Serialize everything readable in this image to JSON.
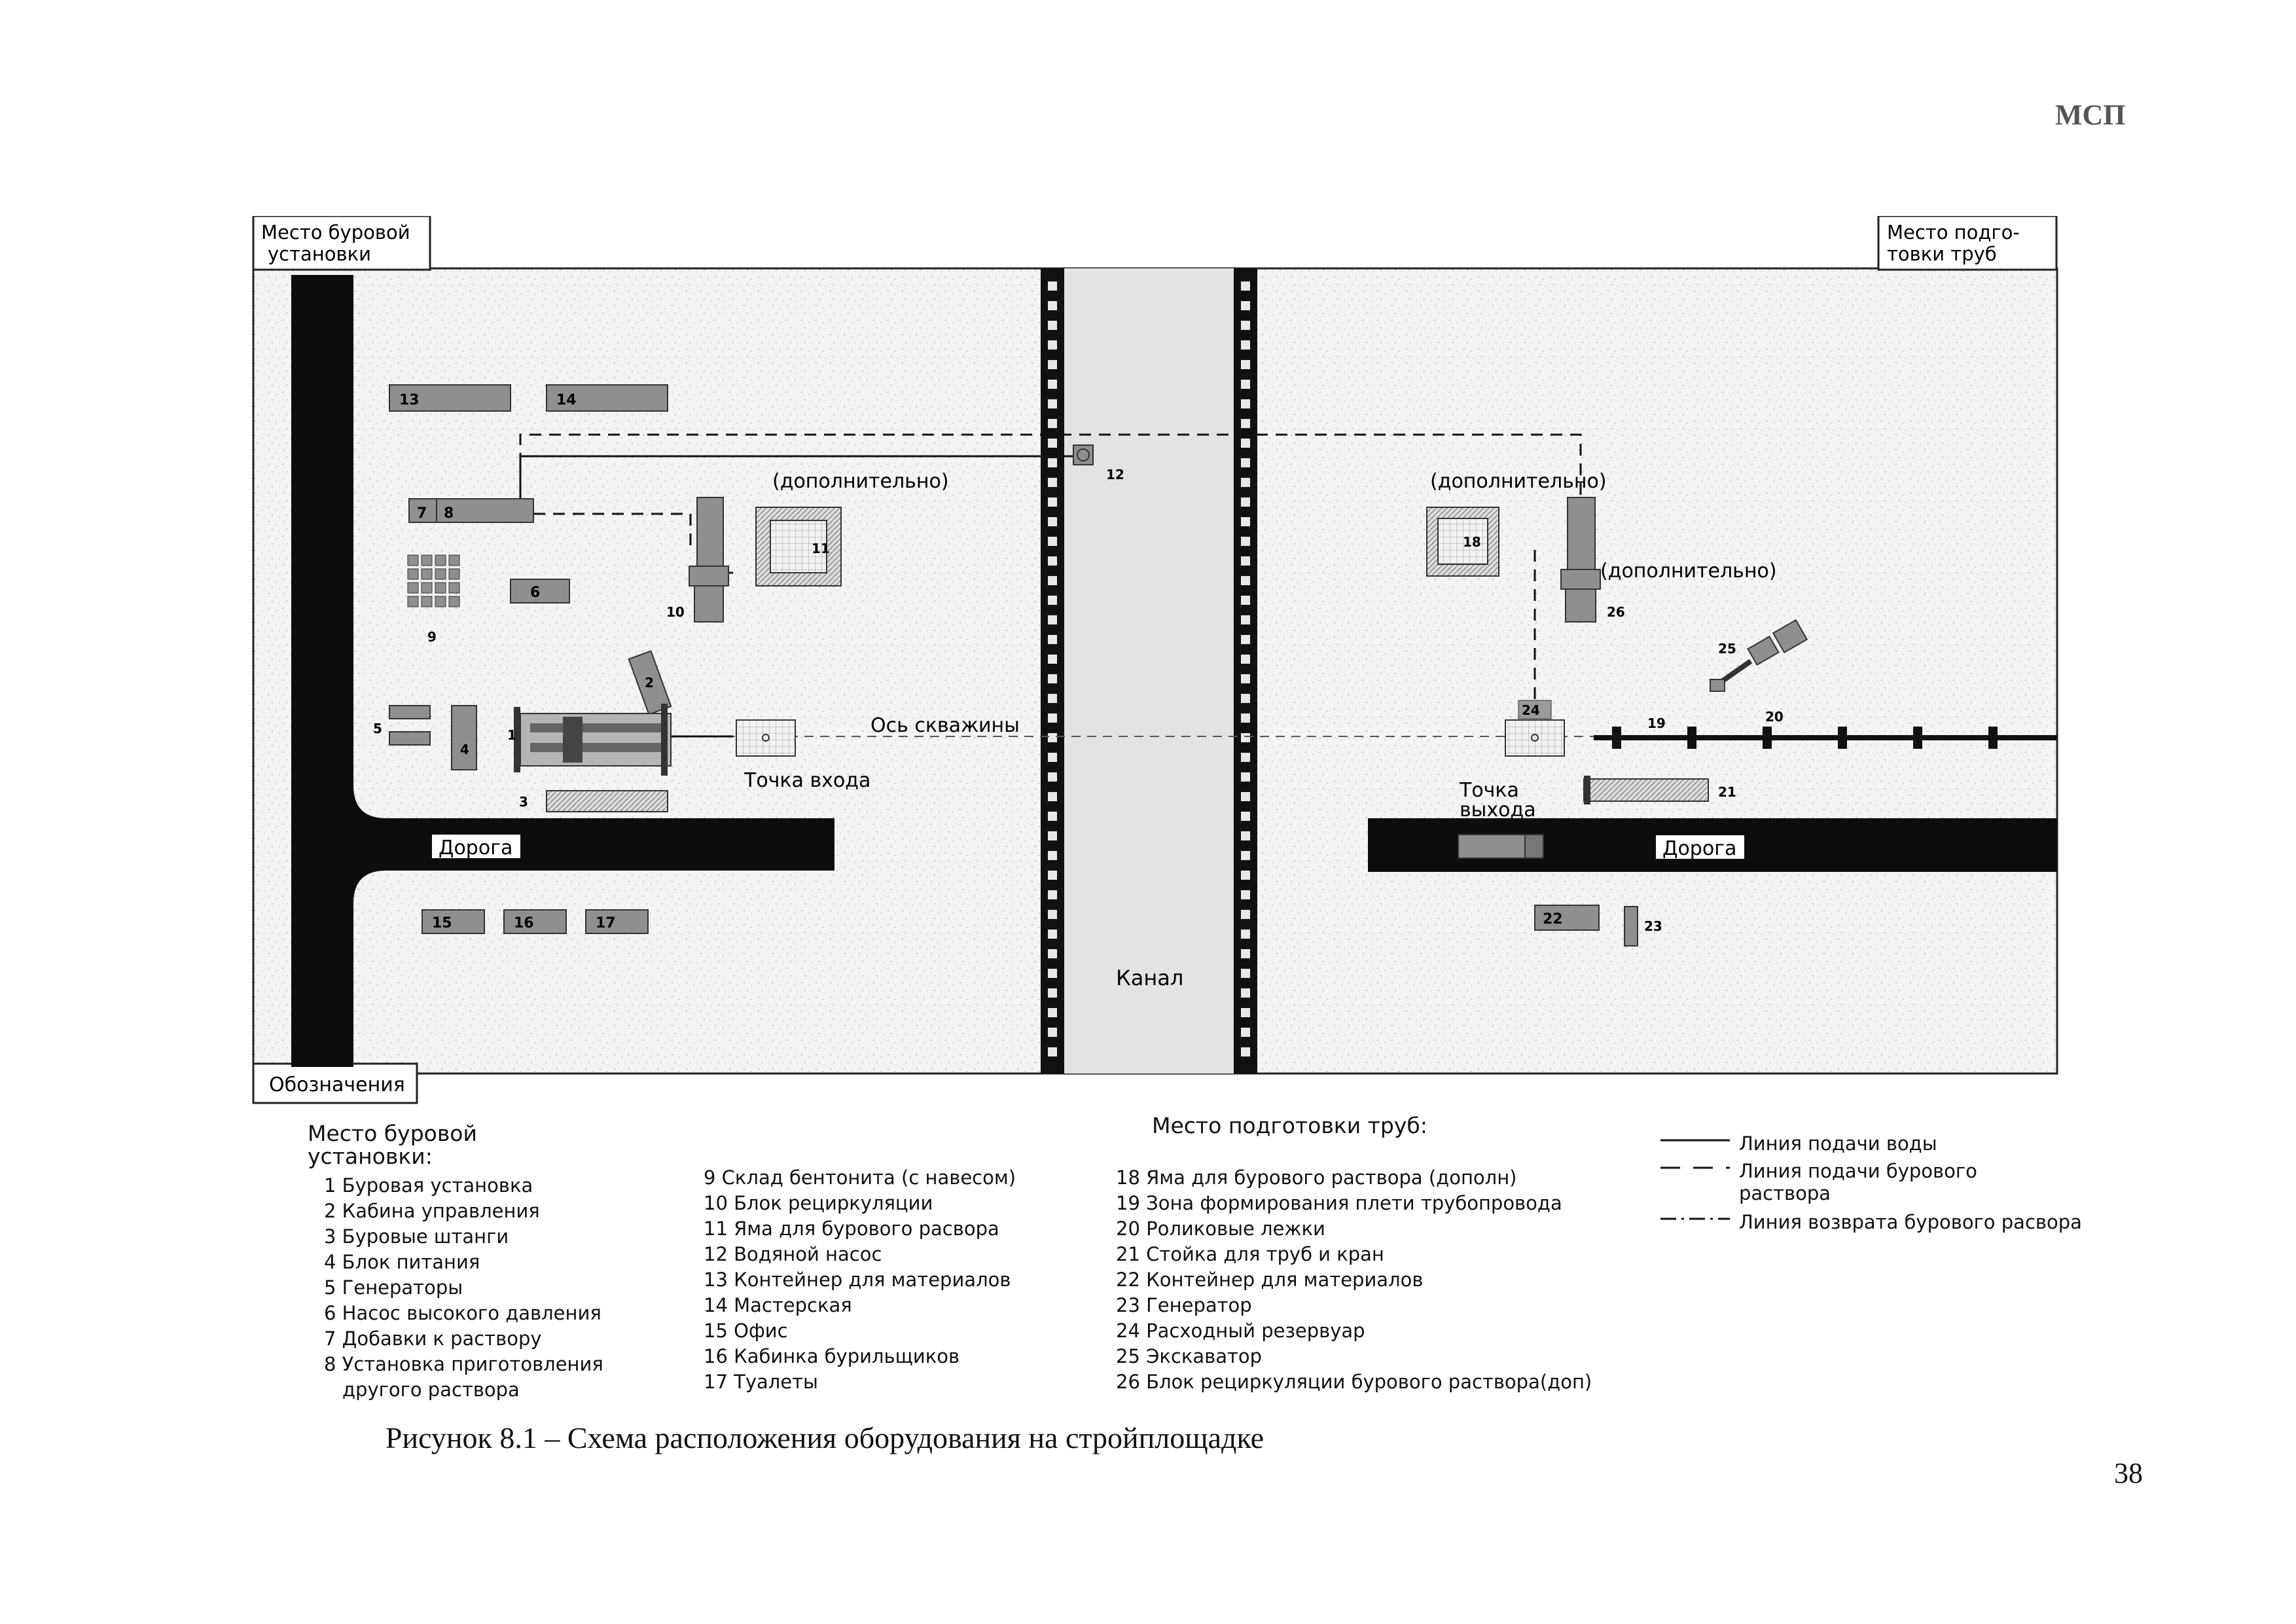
{
  "header": {
    "code": "МСП"
  },
  "page_number": "38",
  "figure": {
    "caption": "Рисунок 8.1 – Схема расположения оборудования на стройплощадке"
  },
  "diagram": {
    "zone_left_label": [
      "Место буровой",
      "установки"
    ],
    "zone_right_label": [
      "Место подго-",
      "товки труб"
    ],
    "legend_box_label": "Обозначения",
    "canal_label": "Канал",
    "road_left_label": "Дорога",
    "road_right_label": "Дорога",
    "axis_label": "Ось скважины",
    "entry_point_label": "Точка входа",
    "exit_point_label": [
      "Точка",
      "выхода"
    ],
    "optional_left": "(дополнительно)",
    "optional_right": "(дополнительно)",
    "optional_right2": "(дополнительно)",
    "markers": {
      "m1": "1",
      "m2": "2",
      "m3": "3",
      "m4": "4",
      "m5": "5",
      "m6": "6",
      "m7": "7",
      "m8": "8",
      "m9": "9",
      "m10": "10",
      "m11": "11",
      "m12": "12",
      "m13": "13",
      "m14": "14",
      "m15": "15",
      "m16": "16",
      "m17": "17",
      "m18": "18",
      "m19": "19",
      "m20": "20",
      "m21": "21",
      "m22": "22",
      "m23": "23",
      "m24": "24",
      "m25": "25",
      "m26": "26"
    }
  },
  "legend": {
    "drilling_site_title": [
      "Место буровой",
      "установки:"
    ],
    "pipe_site_title": "Место подготовки труб:",
    "col1": [
      "1 Буровая установка",
      "2 Кабина управления",
      "3 Буровые штанги",
      "4 Блок питания",
      "5 Генераторы",
      "6 Насос высокого давления",
      "7 Добавки к раствору",
      "8 Установка приготовления",
      "другого раствора"
    ],
    "col2": [
      "9 Склад бентонита (с навесом)",
      "10 Блок рециркуляции",
      "11 Яма для бурового расвора",
      "12 Водяной насос",
      "13 Контейнер для материалов",
      "14 Мастерская",
      "15 Офис",
      "16 Кабинка бурильщиков",
      "17 Туалеты"
    ],
    "col3": [
      "18 Яма для бурового раствора (дополн)",
      "19 Зона формирования плети трубопровода",
      "20 Роликовые лежки",
      "21 Стойка для труб и кран",
      "22 Контейнер для материалов",
      "23 Генератор",
      "24 Расходный резервуар",
      "25 Экскаватор",
      "26 Блок рециркуляции бурового раствора(доп)"
    ],
    "lines": {
      "water": "Линия подачи воды",
      "mud_supply": [
        "Линия подачи бурового",
        "раствора"
      ],
      "mud_return": "Линия возврата бурового расвора"
    }
  }
}
